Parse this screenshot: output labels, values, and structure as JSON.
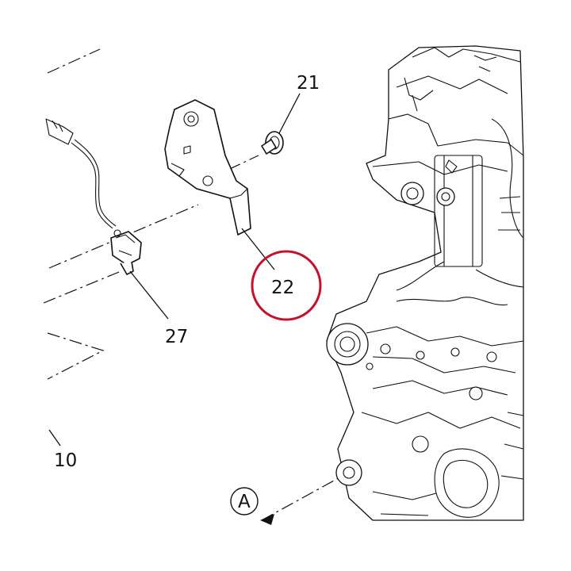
{
  "callouts": {
    "screw": "21",
    "bracket": "22",
    "sensor": "27",
    "harness": "10",
    "view_marker": "A"
  },
  "highlight": {
    "target": "22",
    "color": "#c8102e"
  }
}
